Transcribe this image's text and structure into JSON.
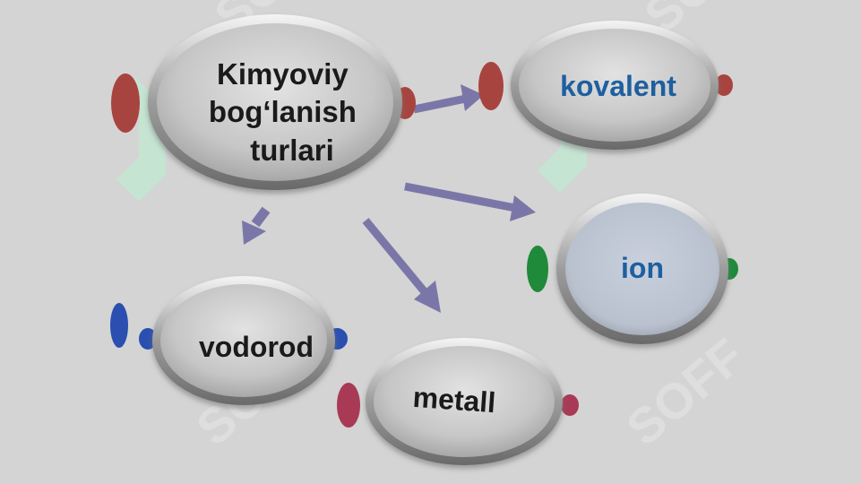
{
  "diagram": {
    "center": {
      "lines": [
        "Kimyoviy",
        "bog‘lanish",
        "turlari"
      ],
      "text_color": "#1a1a1a",
      "cap_color": "#a8443f"
    },
    "types": [
      {
        "id": "kovalent",
        "label": "kovalent",
        "text_color": "#1e5fa0",
        "cap_color": "#a8443f"
      },
      {
        "id": "ion",
        "label": "ion",
        "text_color": "#1e5fa0",
        "cap_color": "#1f8a3a"
      },
      {
        "id": "vodorod",
        "label": "vodorod",
        "text_color": "#1a1a1a",
        "cap_color": "#2a4fb0"
      },
      {
        "id": "metall",
        "label": "metall",
        "text_color": "#1a1a1a",
        "cap_color": "#a83a55"
      }
    ],
    "arrow_color": "#7a77a8",
    "watermark": {
      "text": "SOFF",
      "color": "#b8f0cf"
    }
  }
}
